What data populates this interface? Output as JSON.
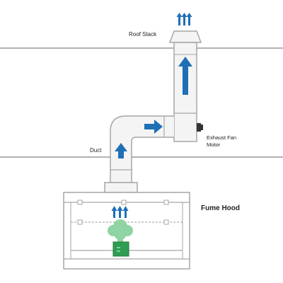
{
  "labels": {
    "roof_stack": "Roof Stack",
    "exhaust_fan_line1": "Exhaust Fan",
    "exhaust_fan_line2": "Motor",
    "duct": "Duct",
    "fume_hood": "Fume Hood"
  },
  "colors": {
    "arrow": "#1f6fb6",
    "duct_stroke": "#a6a6a6",
    "duct_fill": "#f4f4f4",
    "floor_line": "#9a9a9a",
    "fume_cloud": "#8fd4a2",
    "beaker": "#2f9e52",
    "label_text": "#222222"
  }
}
